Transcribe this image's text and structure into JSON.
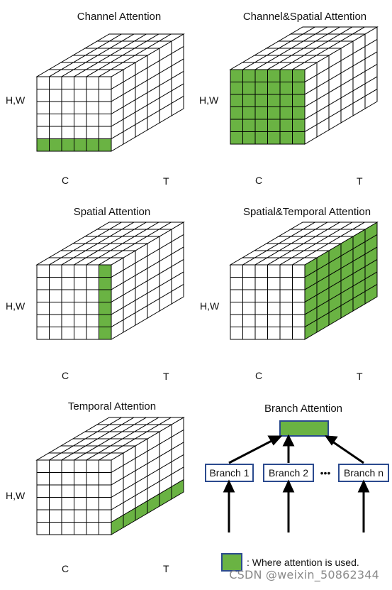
{
  "colors": {
    "highlight": "#6ab343",
    "empty": "#ffffff",
    "line": "#000000",
    "box_border": "#2b4a8e"
  },
  "axes": {
    "hw": "H,W",
    "c": "C",
    "t": "T"
  },
  "cubes": [
    {
      "id": "channel",
      "title": "Channel Attention",
      "highlight": "channel"
    },
    {
      "id": "channel-spatial",
      "title": "Channel&Spatial Attention",
      "highlight": "channel-spatial"
    },
    {
      "id": "spatial",
      "title": "Spatial Attention",
      "highlight": "spatial"
    },
    {
      "id": "spatial-temporal",
      "title": "Spatial&Temporal Attention",
      "highlight": "spatial-temporal"
    },
    {
      "id": "temporal",
      "title": "Temporal Attention",
      "highlight": "temporal"
    }
  ],
  "branch": {
    "title": "Branch Attention",
    "branches": [
      "Branch 1",
      "Branch 2",
      "Branch n"
    ],
    "ellipsis": "•••"
  },
  "legend": {
    "text": ": Where attention is used."
  },
  "watermark": "CSDN @weixin_50862344"
}
